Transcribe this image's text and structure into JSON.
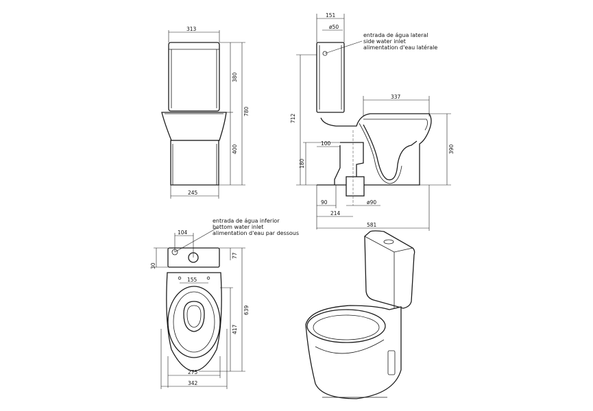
{
  "dimensions": {
    "front_width_top": "313",
    "front_tank_height": "380",
    "front_total_height": "780",
    "front_base_height": "400",
    "front_base_width": "245",
    "side_tank_width": "151",
    "side_inlet_dia": "ø50",
    "side_total_height": "712",
    "side_bowl_depth": "337",
    "side_bowl_height": "390",
    "side_outlet_offset": "100",
    "side_outlet_height": "180",
    "side_outlet_from_wall": "90",
    "side_outlet_dia": "ø90",
    "side_floor_outlet": "214",
    "side_total_depth": "581",
    "plan_inlet_offset": "104",
    "plan_side_30": "30",
    "plan_side_77": "77",
    "plan_fixing_distance": "155",
    "plan_total_depth": "639",
    "plan_seat_depth": "417",
    "plan_inner_width": "275",
    "plan_total_width": "342"
  },
  "notes": {
    "side_inlet": [
      "entrada de água lateral",
      "side water inlet",
      "alimentation d'eau latérale"
    ],
    "bottom_inlet": [
      "entrada de água inferior",
      "bottom water inlet",
      "alimentation d'eau par dessous"
    ]
  }
}
